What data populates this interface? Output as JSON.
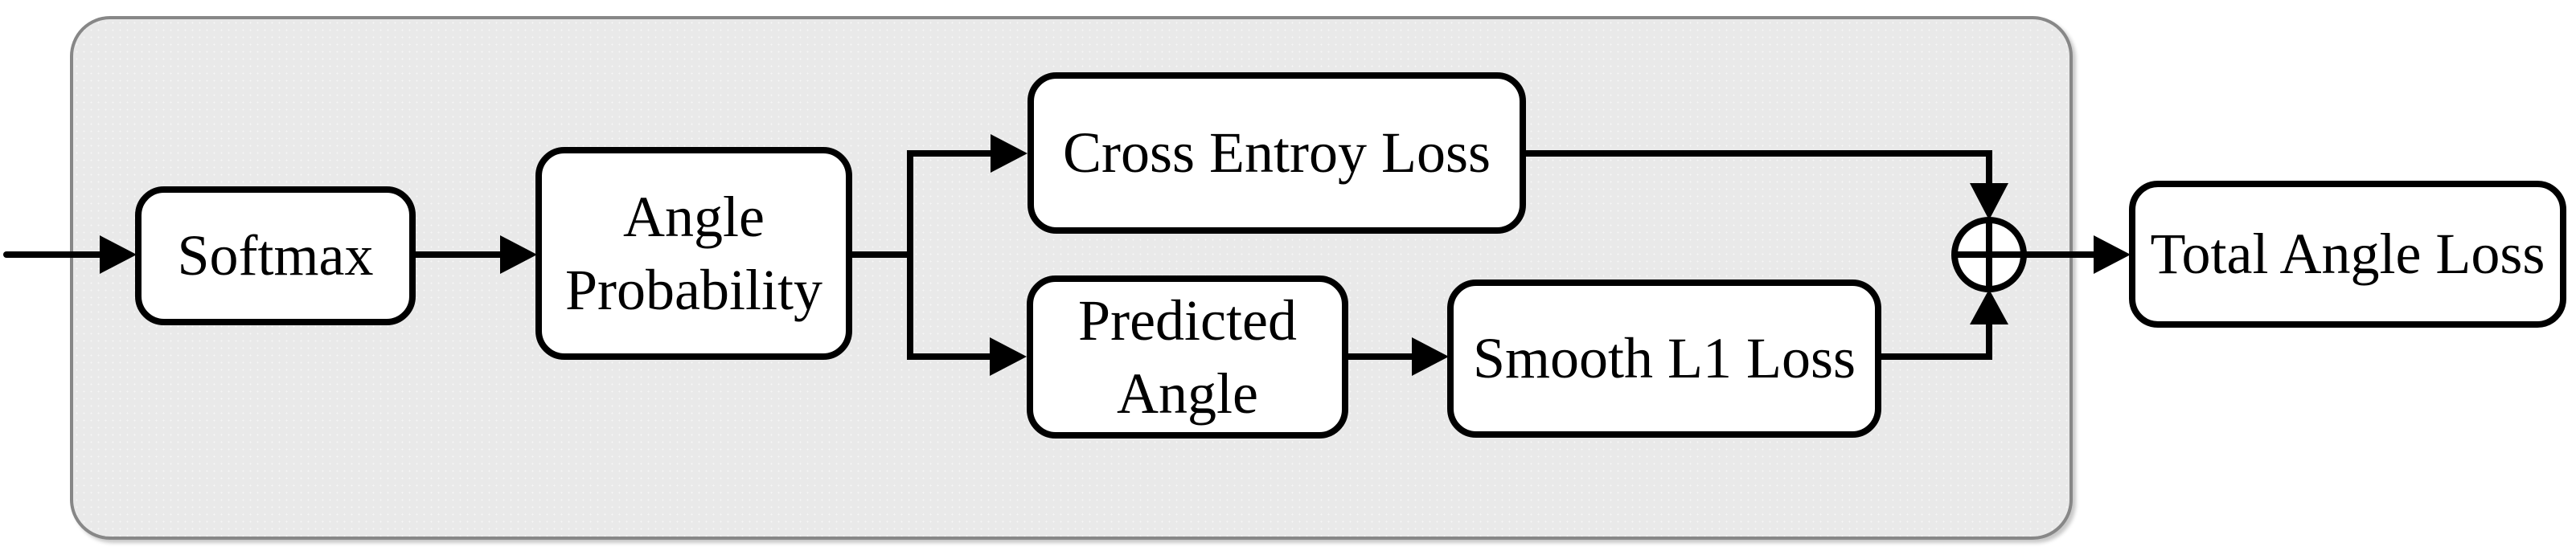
{
  "diagram": {
    "nodes": [
      {
        "id": "softmax",
        "label": "Softmax"
      },
      {
        "id": "angle-probability",
        "label": "Angle\nProbability"
      },
      {
        "id": "cross-entroy-loss",
        "label": "Cross Entroy Loss"
      },
      {
        "id": "predicted-angle",
        "label": "Predicted\nAngle"
      },
      {
        "id": "smooth-l1-loss",
        "label": "Smooth L1 Loss"
      },
      {
        "id": "total-angle-loss",
        "label": "Total Angle Loss"
      }
    ],
    "junction": {
      "id": "sum",
      "symbol": "circled-plus"
    },
    "edges": [
      {
        "from": "input",
        "to": "softmax"
      },
      {
        "from": "softmax",
        "to": "angle-probability"
      },
      {
        "from": "angle-probability",
        "to": "cross-entroy-loss"
      },
      {
        "from": "angle-probability",
        "to": "predicted-angle"
      },
      {
        "from": "cross-entroy-loss",
        "to": "sum"
      },
      {
        "from": "predicted-angle",
        "to": "smooth-l1-loss"
      },
      {
        "from": "smooth-l1-loss",
        "to": "sum"
      },
      {
        "from": "sum",
        "to": "total-angle-loss"
      }
    ],
    "colors": {
      "panel_fill": "#e9e9e9",
      "panel_border": "#878787",
      "node_fill": "#ffffff",
      "node_border": "#000000",
      "wire": "#000000"
    }
  }
}
